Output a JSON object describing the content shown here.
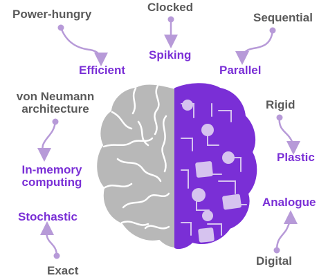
{
  "colors": {
    "purple": "#7a2fd6",
    "gray_text": "#5a5a5a",
    "arrow": "#b79ad8",
    "brain_gray": "#b8b8b8",
    "circuit_fill": "#d6c3ef"
  },
  "pairs": [
    {
      "from": "Power-hungry",
      "to": "Efficient"
    },
    {
      "from": "Clocked",
      "to": "Spiking"
    },
    {
      "from": "Sequential",
      "to": "Parallel"
    },
    {
      "from": [
        "von Neumann",
        "architecture"
      ],
      "to": [
        "In-memory",
        "computing"
      ]
    },
    {
      "from": "Rigid",
      "to": "Plastic"
    },
    {
      "from": "Exact",
      "to": "Stochastic"
    },
    {
      "from": "Digital",
      "to": "Analogue"
    }
  ]
}
